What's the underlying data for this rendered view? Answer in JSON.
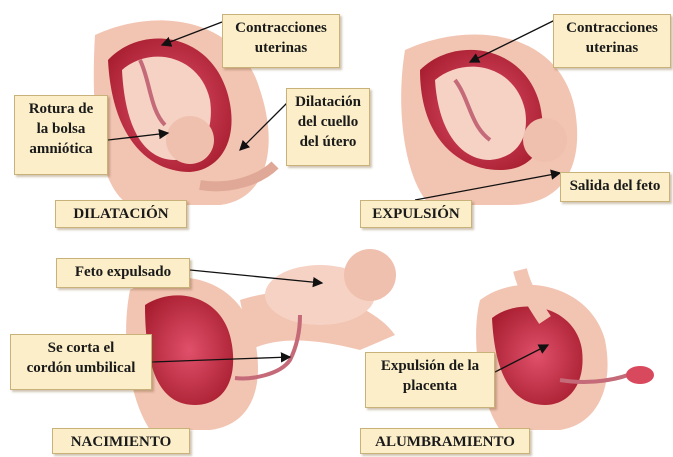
{
  "panels": {
    "dilatacion": {
      "stage": "DILATACIÓN",
      "labels": {
        "contracciones": [
          "Contracciones",
          "uterinas"
        ],
        "rotura": [
          "Rotura de",
          "la bolsa",
          "amniótica"
        ],
        "dilatacion_cuello": [
          "Dilatación",
          "del cuello",
          "del útero"
        ]
      }
    },
    "expulsion": {
      "stage": "EXPULSIÓN",
      "labels": {
        "contracciones": [
          "Contracciones",
          "uterinas"
        ],
        "salida": [
          "Salida del feto"
        ]
      }
    },
    "nacimiento": {
      "stage": "NACIMIENTO",
      "labels": {
        "feto_expulsado": [
          "Feto expulsado"
        ],
        "cordon": [
          "Se corta el",
          "cordón umbilical"
        ]
      }
    },
    "alumbramiento": {
      "stage": "ALUMBRAMIENTO",
      "labels": {
        "placenta": [
          "Expulsión de la",
          "placenta"
        ]
      }
    }
  },
  "colors": {
    "label_bg": "#fbeec8",
    "skin": "#f2c4b2",
    "uterus": "#c0283a",
    "fetus": "#f6d2c4"
  }
}
